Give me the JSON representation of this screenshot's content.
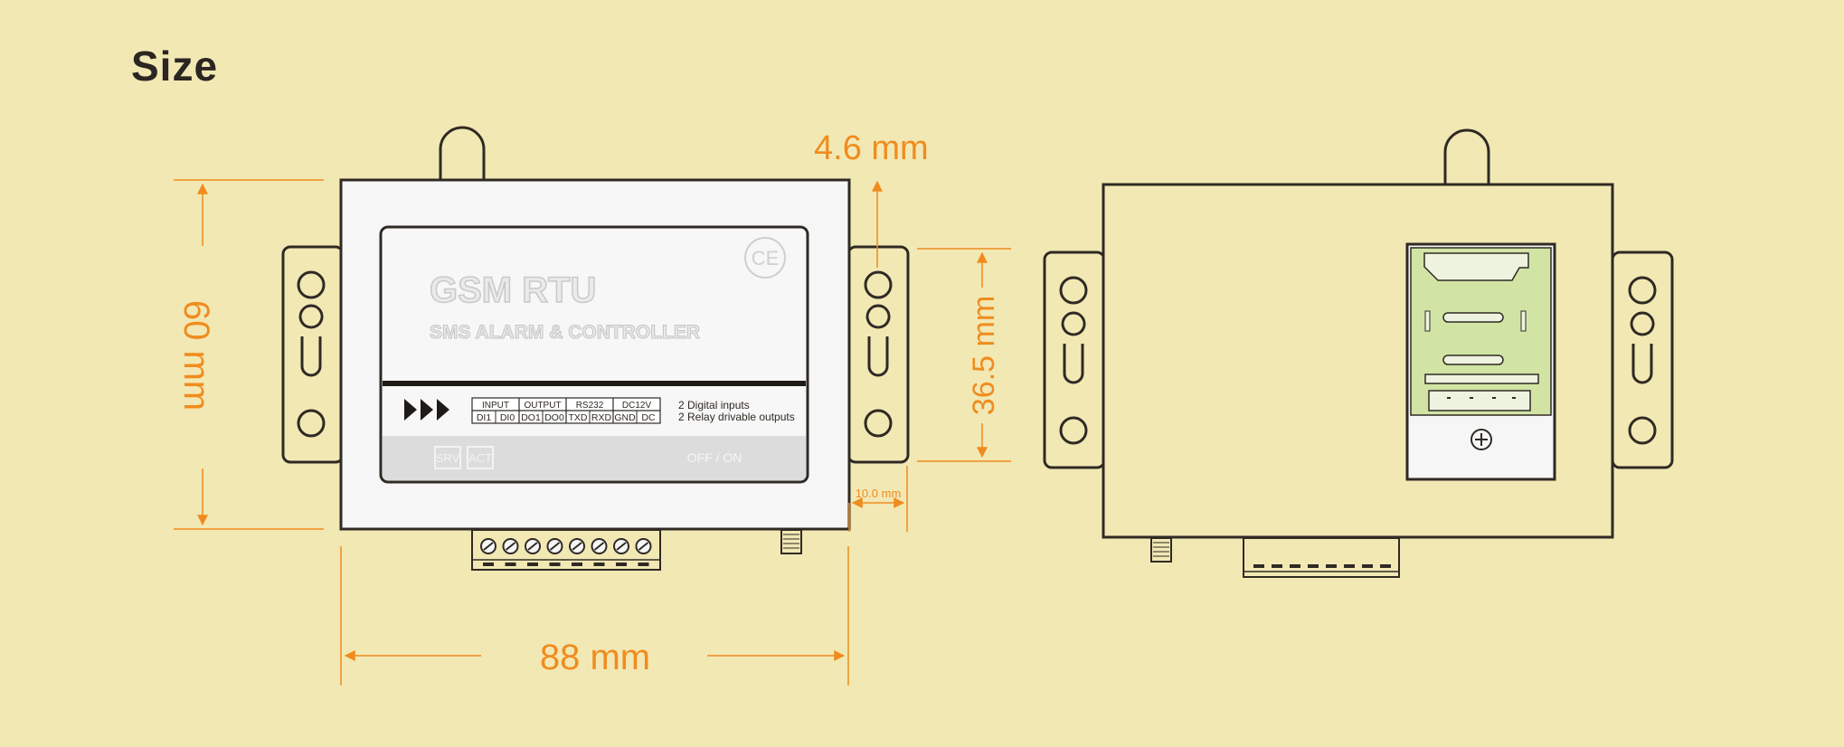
{
  "page": {
    "title": "Size"
  },
  "dimensions": {
    "height": "60 mm",
    "width": "88 mm",
    "top_offset": "4.6 mm",
    "ear_height": "36.5 mm",
    "ear_width": "10.0 mm"
  },
  "panel": {
    "title": "GSM  RTU",
    "subtitle": "SMS ALARM & CONTROLLER",
    "ce_mark": "CE",
    "terminal_groups": [
      "INPUT",
      "OUTPUT",
      "RS232",
      "DC12V"
    ],
    "terminals": [
      "DI1",
      "DI0",
      "DO1",
      "DO0",
      "TXD",
      "RXD",
      "GND",
      "DC"
    ],
    "spec_lines": [
      "2 Digital inputs",
      "2 Relay drivable outputs"
    ],
    "led_labels": [
      "SRV",
      "ACT"
    ],
    "switch_label": "OFF / ON"
  },
  "colors": {
    "background": "#f2e8b4",
    "dimension": "#f08c1e",
    "outline": "#2f2a24",
    "sim_tray": "#d2e4a4"
  }
}
